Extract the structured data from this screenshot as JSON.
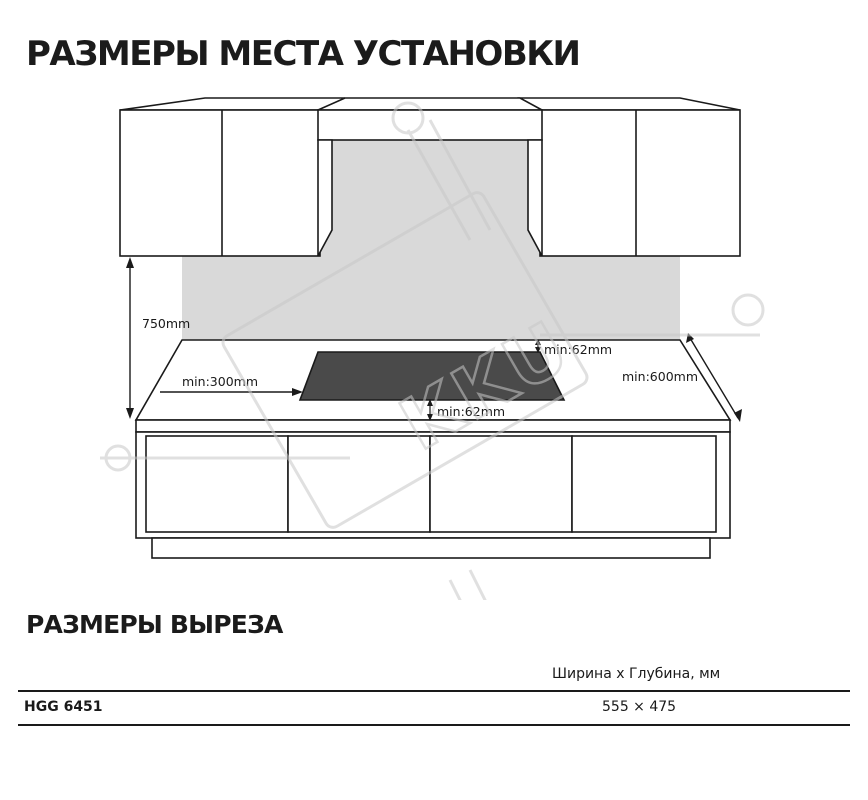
{
  "title": "РАЗМЕРЫ МЕСТА УСТАНОВКИ",
  "diagram": {
    "labels": {
      "height_counter": "750mm",
      "side_clearance": "min:300mm",
      "back_clearance": "min:62mm",
      "front_clearance": "min:62mm",
      "depth": "min:600mm"
    },
    "watermark_text": "KKU"
  },
  "subtitle": "РАЗМЕРЫ ВЫРЕЗА",
  "cutout_table": {
    "column_header": "Ширина х Глубина, мм",
    "rows": [
      {
        "model": "HGG 6451",
        "dimensions": "555 × 475"
      }
    ]
  },
  "colors": {
    "line": "#1a1a1a",
    "backsplash": "#d9d9d9",
    "hob_cutout": "#4a4a4a",
    "watermark": "#d8d8d8"
  }
}
